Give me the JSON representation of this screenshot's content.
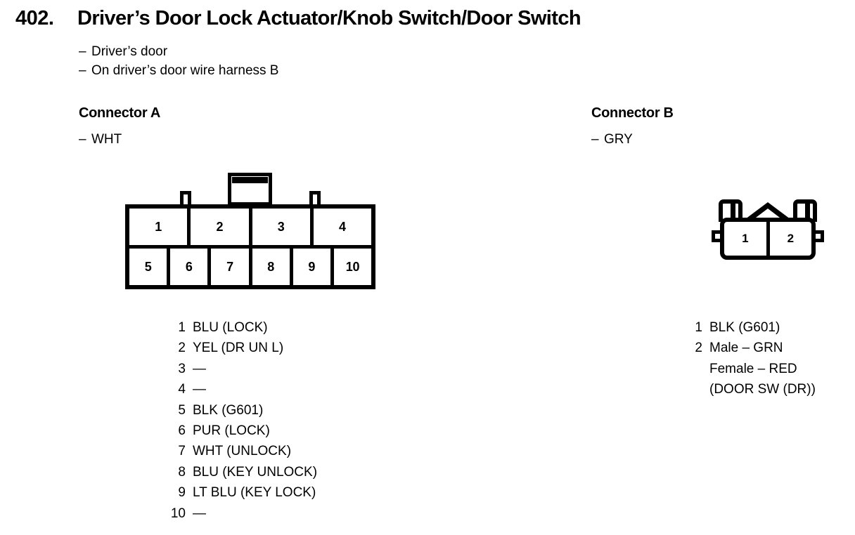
{
  "header": {
    "number": "402.",
    "title": "Driver’s Door Lock Actuator/Knob Switch/Door Switch",
    "dash": "–",
    "notes": [
      "Driver’s door",
      "On driver’s door wire harness B"
    ]
  },
  "connector_a": {
    "heading": "Connector A",
    "color": "WHT",
    "dash": "–",
    "top_row": [
      "1",
      "2",
      "3",
      "4"
    ],
    "bottom_row": [
      "5",
      "6",
      "7",
      "8",
      "9",
      "10"
    ],
    "pins": [
      {
        "num": "1",
        "desc": "BLU (LOCK)"
      },
      {
        "num": "2",
        "desc": "YEL (DR UN L)"
      },
      {
        "num": "3",
        "desc": "—"
      },
      {
        "num": "4",
        "desc": "—"
      },
      {
        "num": "5",
        "desc": "BLK (G601)"
      },
      {
        "num": "6",
        "desc": "PUR (LOCK)"
      },
      {
        "num": "7",
        "desc": "WHT (UNLOCK)"
      },
      {
        "num": "8",
        "desc": "BLU (KEY UNLOCK)"
      },
      {
        "num": "9",
        "desc": "LT BLU (KEY LOCK)"
      },
      {
        "num": "10",
        "desc": "—"
      }
    ]
  },
  "connector_b": {
    "heading": "Connector B",
    "color": "GRY",
    "dash": "–",
    "cells": [
      "1",
      "2"
    ],
    "pins": [
      {
        "num": "1",
        "desc": "BLK (G601)"
      },
      {
        "num": "2",
        "desc": "Male – GRN",
        "extra": [
          "Female – RED",
          "(DOOR SW (DR))"
        ]
      }
    ]
  }
}
